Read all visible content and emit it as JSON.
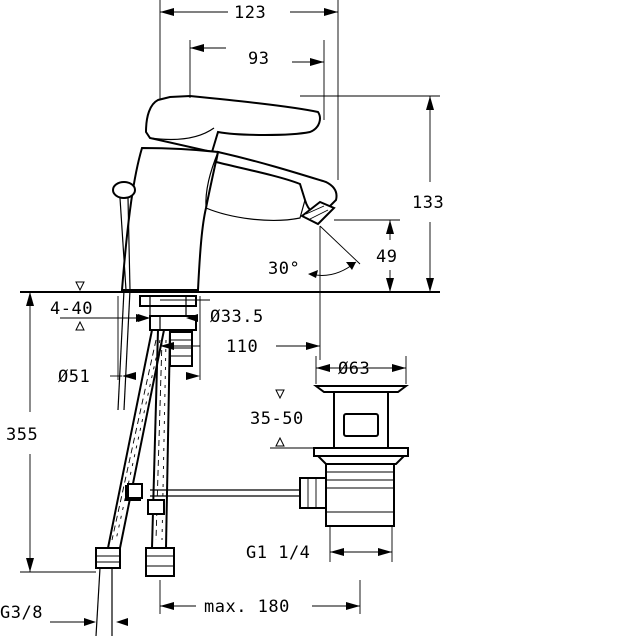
{
  "dimensions": {
    "overall_width": "123",
    "lever_reach": "93",
    "height": "133",
    "spout_height": "49",
    "spout_angle": "30°",
    "thickness_range": "4-40",
    "base_diameter": "Ø33.5",
    "projection": "110",
    "flange_diameter": "Ø51",
    "waste_diameter": "Ø63",
    "waste_range": "35-50",
    "hose_length": "355",
    "waste_thread": "G1 1/4",
    "hose_thread": "G3/8",
    "rod_reach": "max. 180"
  }
}
